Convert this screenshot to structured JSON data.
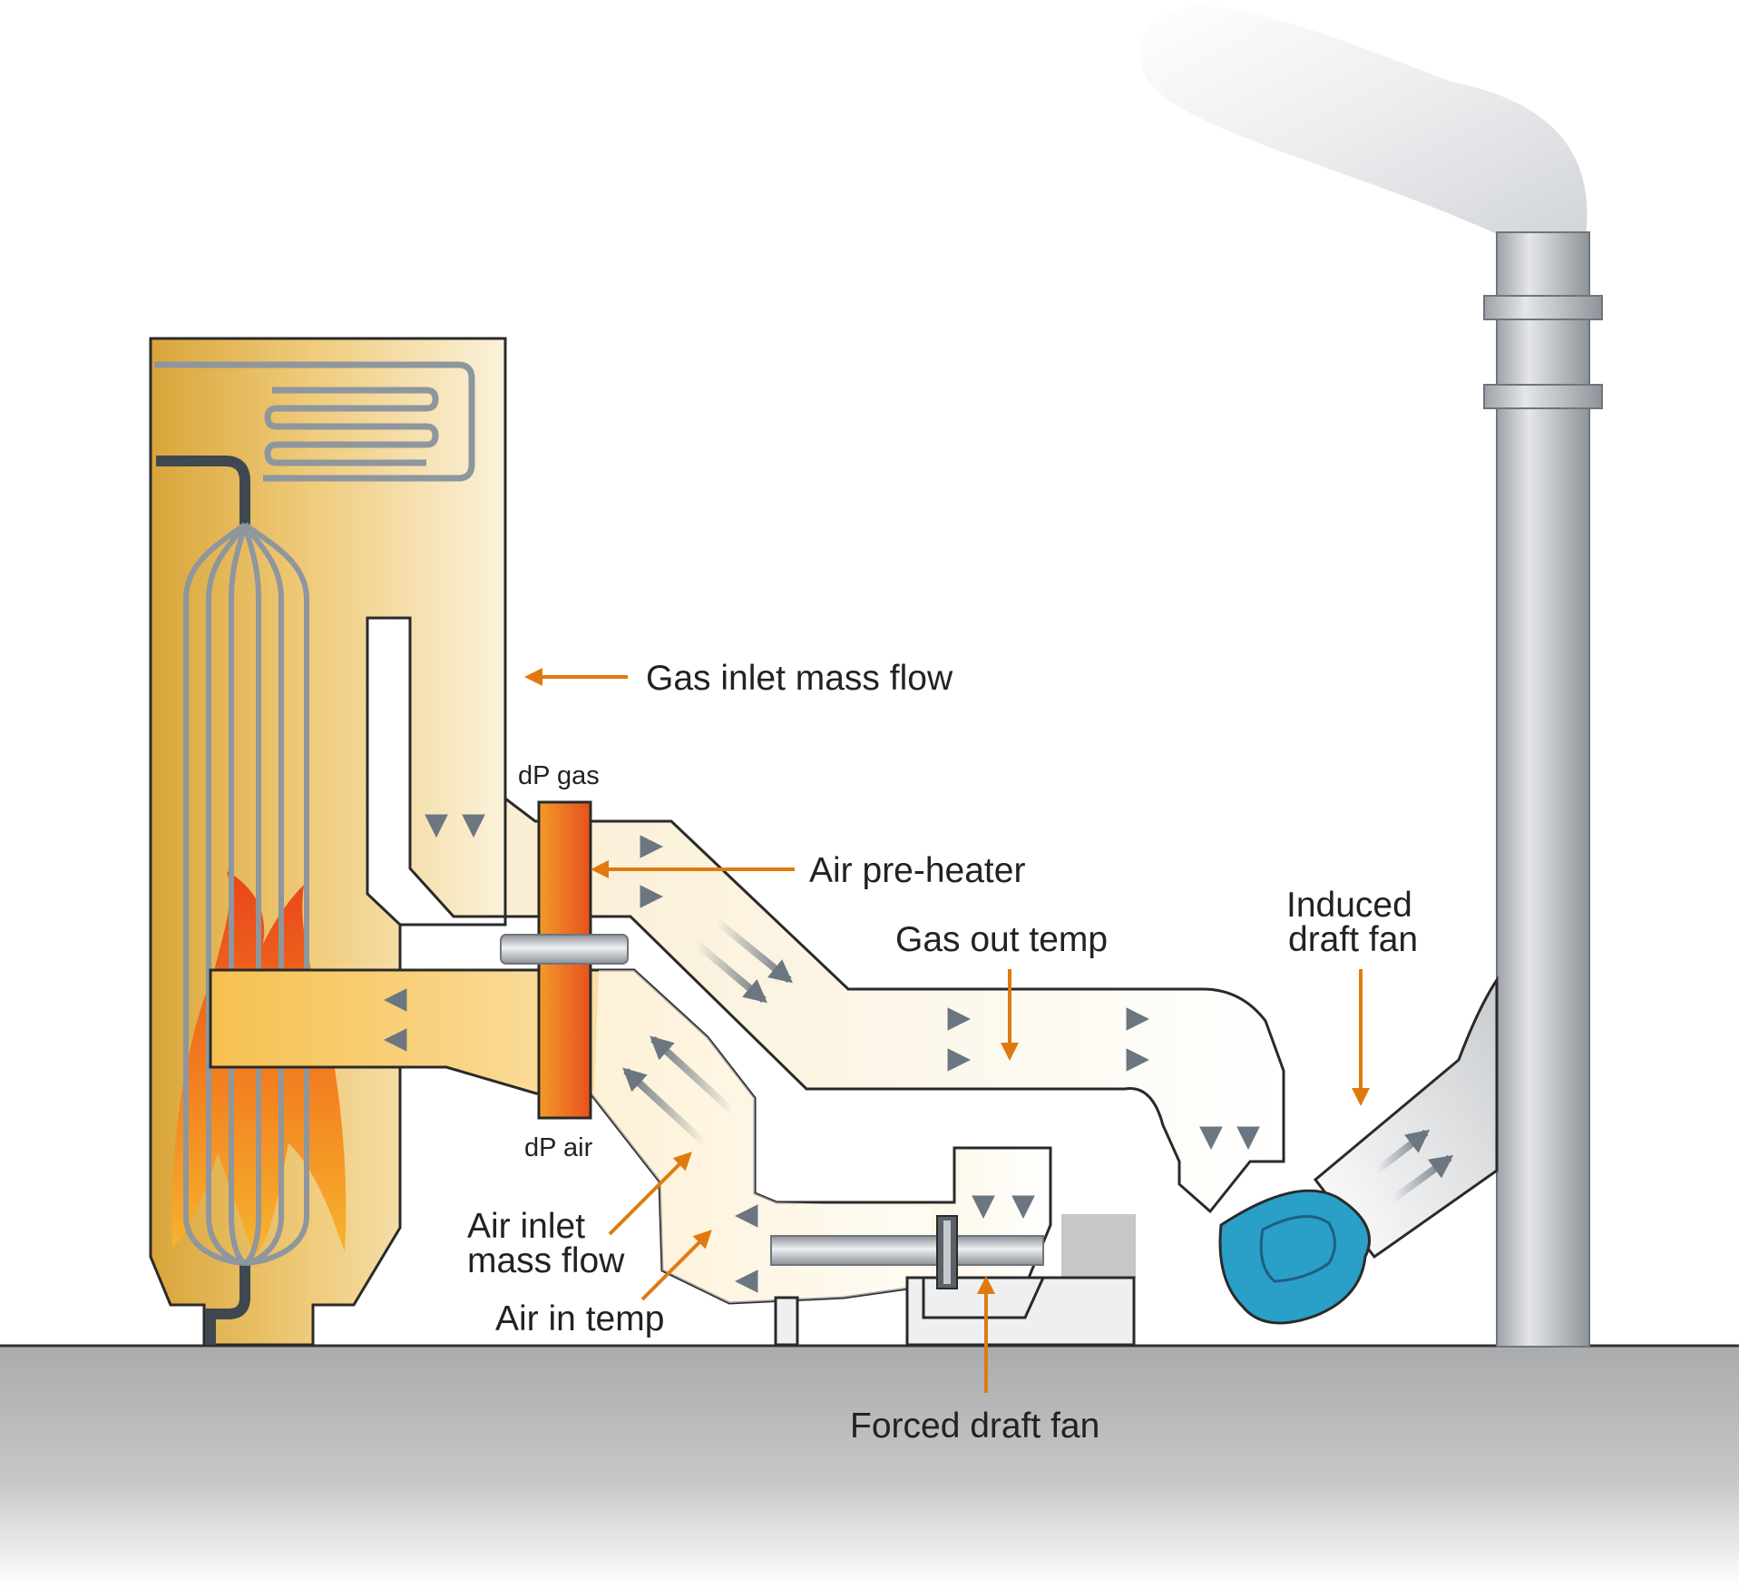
{
  "labels": {
    "gas_inlet_mass_flow": "Gas inlet mass flow",
    "dp_gas": "dP gas",
    "air_pre_heater": "Air pre-heater",
    "gas_out_temp": "Gas out temp",
    "induced_draft_fan_line1": "Induced",
    "induced_draft_fan_line2": "draft fan",
    "dp_air": "dP air",
    "air_inlet_mass_flow_line1": "Air inlet",
    "air_inlet_mass_flow_line2": "mass flow",
    "air_in_temp": "Air in temp",
    "forced_draft_fan": "Forced draft fan"
  },
  "colors": {
    "accent_arrow": "#E07A10",
    "flow_arrow": "#6B7680",
    "boiler": "#E8B84A",
    "heater": "#F07020",
    "fan_blue": "#2A9FC8",
    "ground": "#AEB0B2",
    "stack": "#B9BCC0"
  },
  "icons": {
    "boiler": "boiler-icon",
    "stack": "chimney-stack-icon",
    "induced_fan": "induced-draft-fan-icon",
    "forced_fan": "forced-draft-fan-icon",
    "air_heater": "air-preheater-icon"
  }
}
